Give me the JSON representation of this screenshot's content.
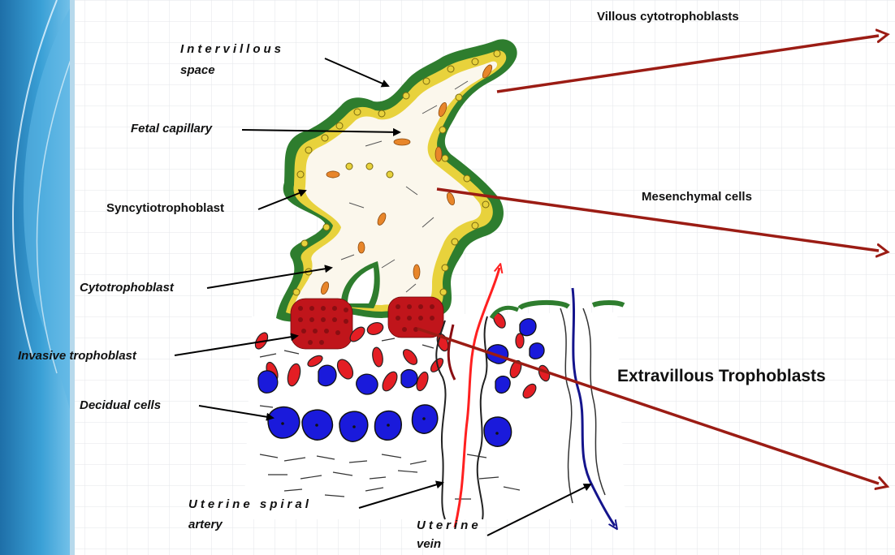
{
  "labels": {
    "intervillous_l1": "Intervillous",
    "intervillous_l2": "space",
    "fetal_capillary": "Fetal capillary",
    "syncytiotrophoblast": "Syncytiotrophoblast",
    "cytotrophoblast": "Cytotrophoblast",
    "invasive_trophoblast": "Invasive trophoblast",
    "decidual_cells": "Decidual cells",
    "uterine_spiral_artery_l1": "Uterine spiral",
    "uterine_spiral_artery_l2": "artery",
    "uterine_vein_l1": "Uterine",
    "uterine_vein_l2": "vein"
  },
  "callouts": {
    "villous_cytotrophoblasts": "Villous cytotrophoblasts",
    "mesenchymal_cells": "Mesenchymal cells",
    "extravillous_trophoblasts": "Extravillous Trophoblasts"
  },
  "colors": {
    "villus_border": "#2e7d2e",
    "trophoblast_cells": "#e8d23c",
    "nucleus": "#e8862a",
    "invasive_cells": "#c0151b",
    "decidual_cells": "#1a1adb",
    "artery": "#ff2020",
    "vein": "#14148c",
    "callout_arrow": "#9b1c14",
    "sidebar": "#2f8fc7",
    "grid": "#e3e6ea"
  }
}
